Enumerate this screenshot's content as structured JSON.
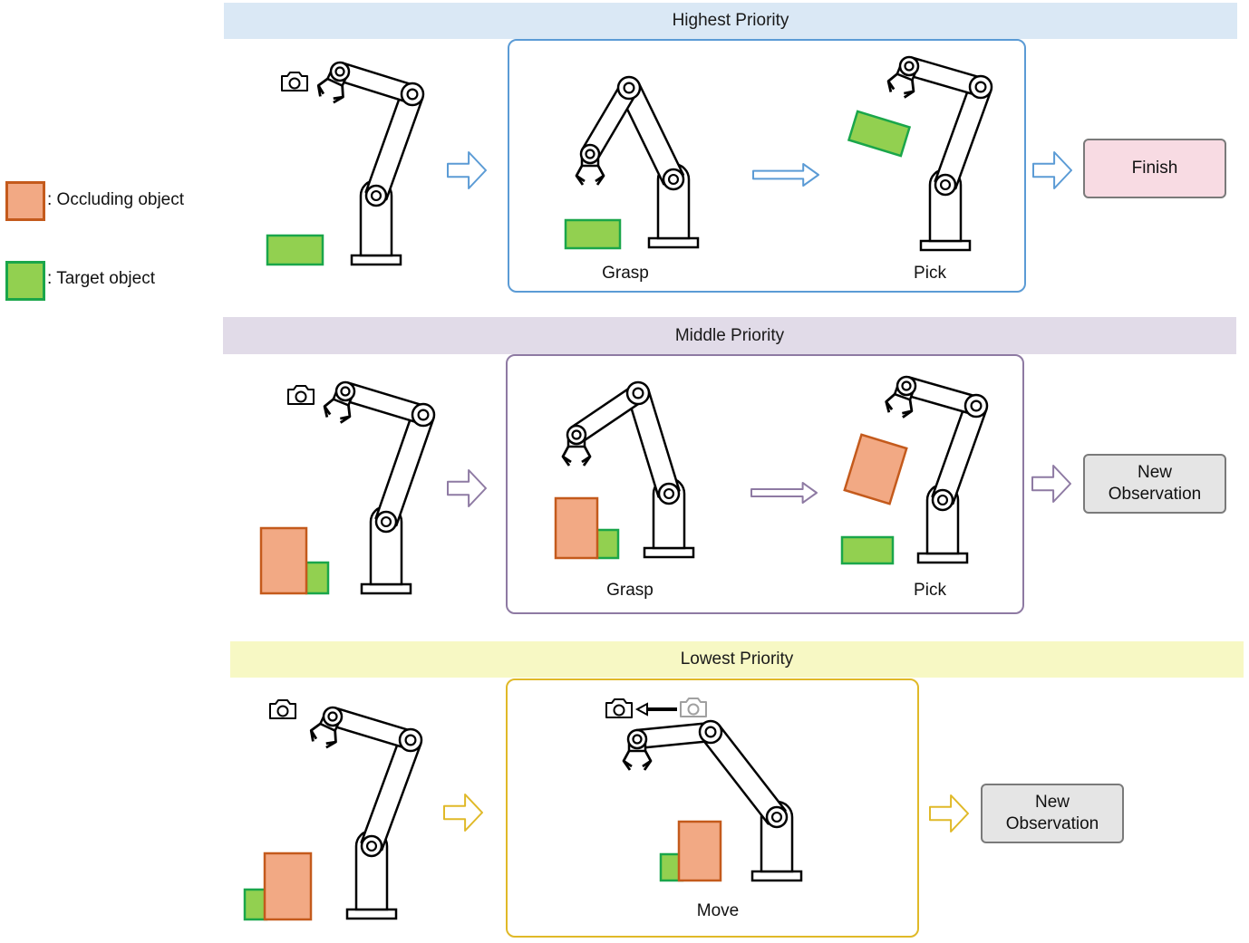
{
  "legend": {
    "occluding": {
      "label": ": Occluding object",
      "fill": "#f2a984",
      "stroke": "#c45a1c"
    },
    "target": {
      "label": ": Target object",
      "fill": "#92d050",
      "stroke": "#1aa64a"
    }
  },
  "rows": [
    {
      "title": "Highest Priority",
      "band_color": "#dae8f5",
      "accent": "#5b9bd5",
      "steps": [
        "Grasp",
        "Pick"
      ],
      "outcome": {
        "label": "Finish",
        "fill": "#f8dbe3"
      }
    },
    {
      "title": "Middle Priority",
      "band_color": "#e1dbe8",
      "accent": "#8e7aa3",
      "steps": [
        "Grasp",
        "Pick"
      ],
      "outcome": {
        "label": "New\nObservation",
        "fill": "#e5e5e5"
      }
    },
    {
      "title": "Lowest Priority",
      "band_color": "#f7f8c4",
      "accent": "#e0b928",
      "steps": [
        "Move"
      ],
      "outcome": {
        "label": "New\nObservation",
        "fill": "#e5e5e5"
      }
    }
  ],
  "icons": [
    "camera-icon",
    "robot-arm-icon",
    "hollow-arrow-icon",
    "move-arrow-icon"
  ]
}
